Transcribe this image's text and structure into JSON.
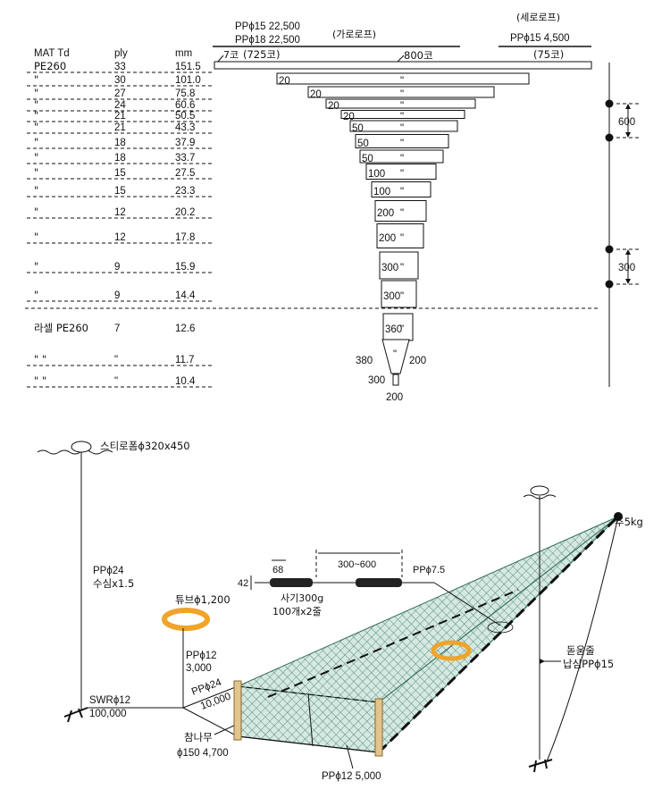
{
  "spec": {
    "headline_pp15": "PPϕ15  22,500",
    "headline_pp18": "PPϕ18 22,500",
    "garo_rope": "(가로로프)",
    "sero_rope": "(세로로프)",
    "sero_pp15": "PPϕ15   4,500",
    "sero_75": "(75코)",
    "top_7": "7코",
    "top_725": "(725코)",
    "top_800": "800코",
    "col_mat": "MAT Td",
    "col_ply": "ply",
    "col_mm": "mm",
    "rows": [
      {
        "mat": "PE260",
        "ply": "33",
        "mm": "151.5",
        "label": ""
      },
      {
        "mat": "\"",
        "ply": "30",
        "mm": "101.0",
        "label": "20"
      },
      {
        "mat": "\"",
        "ply": "27",
        "mm": "75.8",
        "label": "20"
      },
      {
        "mat": "\"",
        "ply": "24",
        "mm": "60.6",
        "label": "20"
      },
      {
        "mat": "\"",
        "ply": "21",
        "mm": "50.5",
        "label": "20"
      },
      {
        "mat": "\"",
        "ply": "21",
        "mm": "43.3",
        "label": "50"
      },
      {
        "mat": "\"",
        "ply": "18",
        "mm": "37.9",
        "label": "50"
      },
      {
        "mat": "\"",
        "ply": "18",
        "mm": "33.7",
        "label": "50"
      },
      {
        "mat": "\"",
        "ply": "15",
        "mm": "27.5",
        "label": "100"
      },
      {
        "mat": "\"",
        "ply": "15",
        "mm": "23.3",
        "label": "100"
      },
      {
        "mat": "\"",
        "ply": "12",
        "mm": "20.2",
        "label": "200"
      },
      {
        "mat": "\"",
        "ply": "12",
        "mm": "17.8",
        "label": "200"
      },
      {
        "mat": "\"",
        "ply": "9",
        "mm": "15.9",
        "label": "300"
      },
      {
        "mat": "\"",
        "ply": "9",
        "mm": "14.4",
        "label": "300"
      },
      {
        "mat": "라셀  PE260",
        "ply": "7",
        "mm": "12.6",
        "label": "360"
      },
      {
        "mat": "\"       \"",
        "ply": "\"",
        "mm": "11.7",
        "label": "380"
      },
      {
        "mat": "\"       \"",
        "ply": "\"",
        "mm": "10.4",
        "label": "300"
      }
    ],
    "ditto": "\"",
    "trap_right": "200",
    "bottom_200": "200",
    "dim_600": "600",
    "dim_300": "300"
  },
  "rigging": {
    "styrofoam": "스티로폼ϕ320x450",
    "pp24_float": "PPϕ24",
    "susim": "수심x1.5",
    "swr": "SWRϕ12",
    "swr_len": "100,000",
    "tube": "튜브ϕ1,200",
    "pp12_a": "PPϕ12",
    "pp12_a_len": "3,000",
    "pp24_b": "PPϕ24",
    "pp24_b_len": "10,000",
    "chamnamu": "참나무",
    "chamnamu_spec": "ϕ150  4,700",
    "pp12_bottom": "PPϕ12  5,000",
    "weight": "추5kg",
    "dolum": "돋움줄",
    "napsim": "납심PPϕ15",
    "chain_68": "68",
    "chain_42": "42",
    "chain_range": "300~600",
    "chain_pp": "PPϕ7.5",
    "sagi": "사기300g",
    "sagi_count": "100개x2줄"
  },
  "colors": {
    "net_fill": "#cfe3dc",
    "net_line": "#2d6b5a",
    "tube": "#f0a42a",
    "wood": "#e2c48c"
  }
}
